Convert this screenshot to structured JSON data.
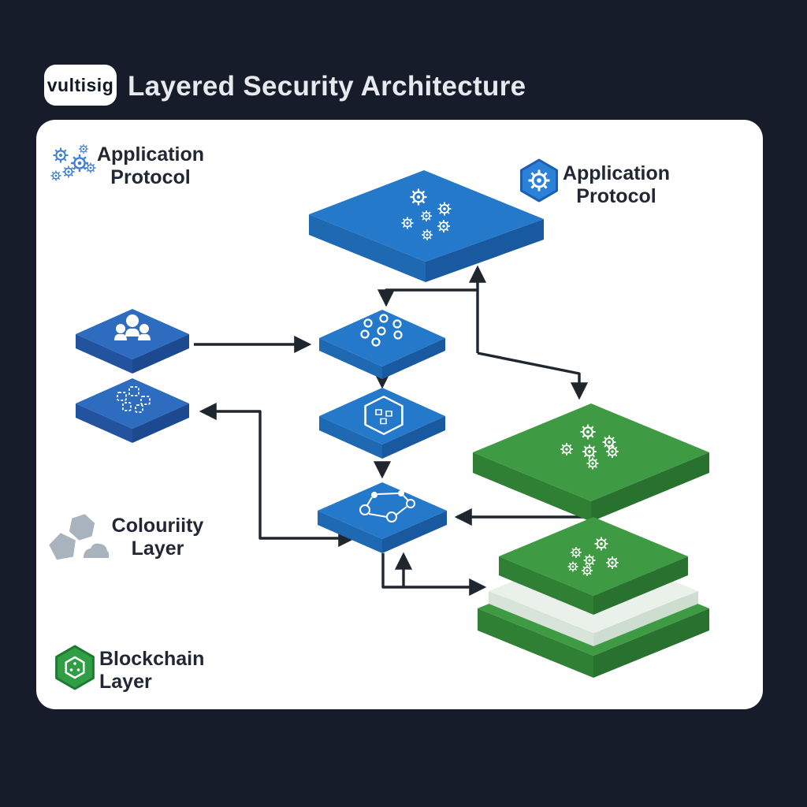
{
  "header": {
    "logo_text": "vultisig",
    "title": "Layered Security Architecture"
  },
  "legend": {
    "app_protocol_left": {
      "line1": "Application",
      "line2": "Protocol",
      "icon": "gear-cluster-icon"
    },
    "app_protocol_right": {
      "line1": "Application",
      "line2": "Protocol",
      "icon": "hexagon-gear-badge-icon"
    },
    "security_layer": {
      "line1": "Colouriity",
      "line2": "Layer",
      "icon": "stone-cluster-icon"
    },
    "blockchain_layer": {
      "line1": "Blockchain",
      "line2": "Layer",
      "icon": "hexagon-chain-badge-icon"
    }
  },
  "platforms": [
    {
      "name": "application-protocol-platform",
      "icon": "gear-cluster-icon",
      "color": "blue"
    },
    {
      "name": "users-platform",
      "icon": "users-icon",
      "color": "blue"
    },
    {
      "name": "dashed-module-platform",
      "icon": "dashed-puzzle-icon",
      "color": "blue"
    },
    {
      "name": "circles-platform",
      "icon": "circle-cluster-icon",
      "color": "blue"
    },
    {
      "name": "hexagon-platform",
      "icon": "hexagon-outline-icon",
      "color": "blue"
    },
    {
      "name": "molecule-platform",
      "icon": "molecule-icon",
      "color": "blue"
    },
    {
      "name": "green-layer-platform",
      "icon": "gear-cluster-icon",
      "color": "green"
    },
    {
      "name": "green-stack-platform",
      "icon": "gear-cluster-icon",
      "color": "green"
    }
  ],
  "colors": {
    "page_bg": "#161c29",
    "card_bg": "#ffffff",
    "title_text": "#e6e9ee",
    "badge_bg": "#ffffff",
    "badge_text": "#101724",
    "label_text": "#212833",
    "arrow": "#20262e",
    "blue_top": "#2579cb",
    "blue_left": "#1f68b2",
    "blue_right": "#18599f",
    "blue2_top": "#2e6cc0",
    "blue2_left": "#23539f",
    "blue2_right": "#1d4991",
    "green_top": "#3f9a44",
    "green_left": "#2f8035",
    "green_right": "#28712e",
    "slab_top": "#eaf1ea",
    "slab_left": "#d8e4da",
    "slab_right": "#cdddd0",
    "icon_white": "#ffffff",
    "icon_blue": "#3f7fd0",
    "icon_gray": "#a9b3bd",
    "hex_blue": "#2b80d8",
    "hex_blue_border": "#1c5fae",
    "hex_green": "#2f9e44",
    "hex_green_border": "#1e7a33"
  }
}
